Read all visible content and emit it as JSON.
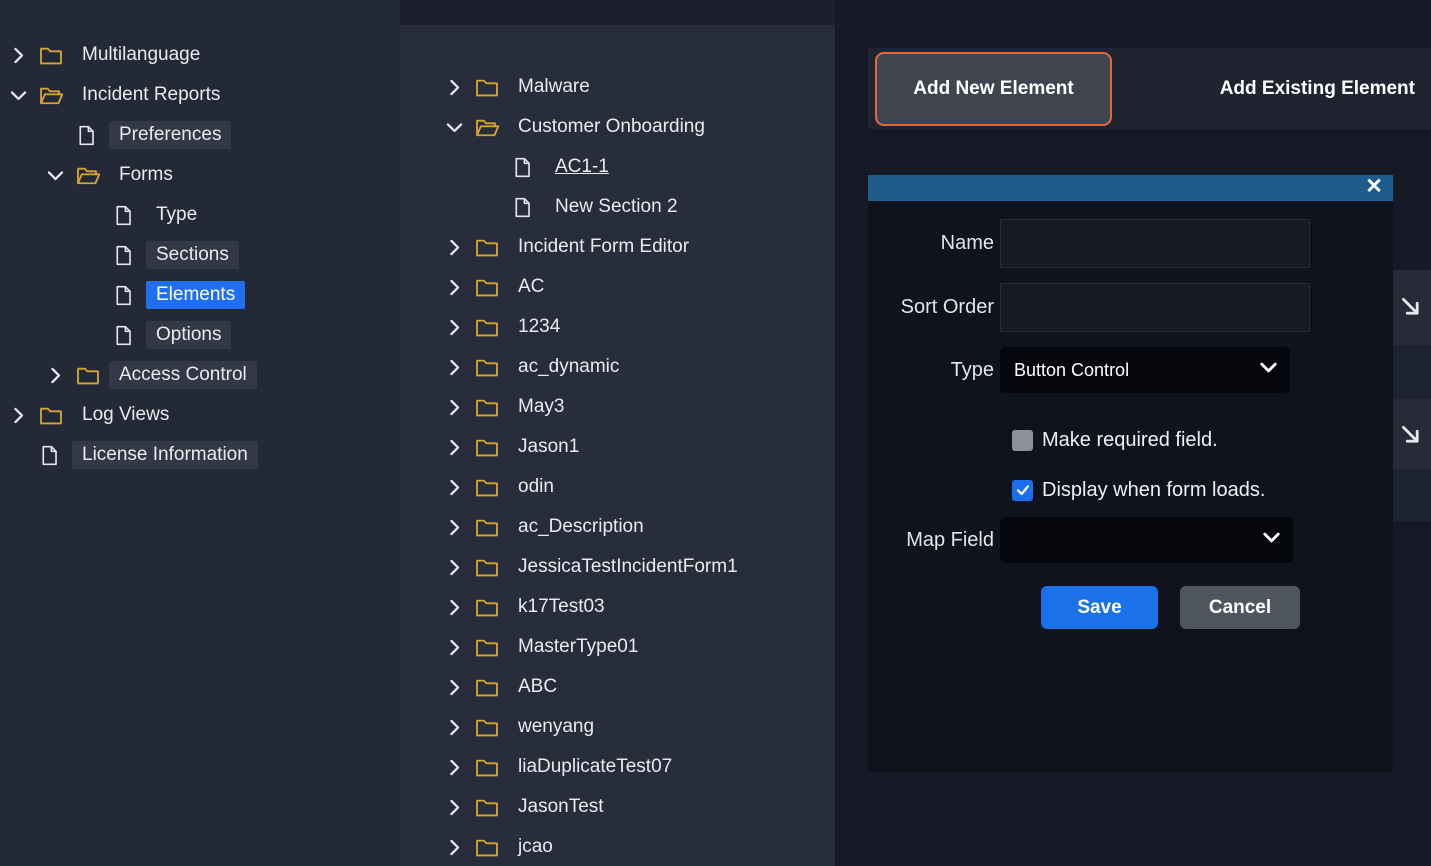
{
  "tabs": {
    "add_new": "Add New Element",
    "add_existing": "Add Existing Element"
  },
  "dialog": {
    "close_glyph": "✕",
    "name_label": "Name",
    "name_value": "",
    "sort_order_label": "Sort Order",
    "sort_order_value": "",
    "type_label": "Type",
    "type_value": "Button Control",
    "map_field_label": "Map Field",
    "map_field_value": "",
    "checkboxes": [
      {
        "label": "Make required field.",
        "checked": false
      },
      {
        "label": "Display when form loads.",
        "checked": true
      }
    ],
    "save_label": "Save",
    "cancel_label": "Cancel"
  },
  "left_tree": {
    "items": [
      {
        "label": "Multilanguage",
        "level": 0,
        "type": "folder",
        "state": "collapsed"
      },
      {
        "label": "Incident Reports",
        "level": 0,
        "type": "folder",
        "state": "expanded"
      },
      {
        "label": "Preferences",
        "level": 1,
        "type": "doc",
        "hl": true
      },
      {
        "label": "Forms",
        "level": 1,
        "type": "folder",
        "state": "expanded"
      },
      {
        "label": "Type",
        "level": 2,
        "type": "doc"
      },
      {
        "label": "Sections",
        "level": 2,
        "type": "doc",
        "hl": true
      },
      {
        "label": "Elements",
        "level": 2,
        "type": "doc",
        "selected": true
      },
      {
        "label": "Options",
        "level": 2,
        "type": "doc",
        "hl": true
      },
      {
        "label": "Access Control",
        "level": 1,
        "type": "folder",
        "state": "collapsed",
        "hl": true
      },
      {
        "label": "Log Views",
        "level": 0,
        "type": "folder",
        "state": "collapsed"
      },
      {
        "label": "License Information",
        "level": 0,
        "type": "doc",
        "hl": true
      }
    ]
  },
  "middle_tree": {
    "items": [
      {
        "label": "Malware",
        "level": 0,
        "type": "folder",
        "state": "collapsed"
      },
      {
        "label": "Customer Onboarding",
        "level": 0,
        "type": "folder",
        "state": "expanded"
      },
      {
        "label": "AC1-1",
        "level": 1,
        "type": "doc",
        "underline": true
      },
      {
        "label": "New Section 2",
        "level": 1,
        "type": "doc"
      },
      {
        "label": "Incident Form Editor",
        "level": 0,
        "type": "folder",
        "state": "collapsed"
      },
      {
        "label": "AC",
        "level": 0,
        "type": "folder",
        "state": "collapsed"
      },
      {
        "label": "1234",
        "level": 0,
        "type": "folder",
        "state": "collapsed"
      },
      {
        "label": "ac_dynamic",
        "level": 0,
        "type": "folder",
        "state": "collapsed"
      },
      {
        "label": "May3",
        "level": 0,
        "type": "folder",
        "state": "collapsed"
      },
      {
        "label": "Jason1",
        "level": 0,
        "type": "folder",
        "state": "collapsed"
      },
      {
        "label": "odin",
        "level": 0,
        "type": "folder",
        "state": "collapsed"
      },
      {
        "label": "ac_Description",
        "level": 0,
        "type": "folder",
        "state": "collapsed"
      },
      {
        "label": "JessicaTestIncidentForm1",
        "level": 0,
        "type": "folder",
        "state": "collapsed"
      },
      {
        "label": "k17Test03",
        "level": 0,
        "type": "folder",
        "state": "collapsed"
      },
      {
        "label": "MasterType01",
        "level": 0,
        "type": "folder",
        "state": "collapsed"
      },
      {
        "label": "ABC",
        "level": 0,
        "type": "folder",
        "state": "collapsed"
      },
      {
        "label": "wenyang",
        "level": 0,
        "type": "folder",
        "state": "collapsed"
      },
      {
        "label": "liaDuplicateTest07",
        "level": 0,
        "type": "folder",
        "state": "collapsed"
      },
      {
        "label": "JasonTest",
        "level": 0,
        "type": "folder",
        "state": "collapsed"
      },
      {
        "label": "jcao",
        "level": 0,
        "type": "folder",
        "state": "collapsed"
      }
    ]
  },
  "colors": {
    "accent_blue": "#1b72e8",
    "selected_item_bg": "#1f6ff0",
    "tab_active_border": "#e2693b",
    "tab_active_bg": "#3f444e",
    "modal_header_blue": "#1e5c8c",
    "folder_icon_gold": "#d9a333",
    "cancel_button_gray": "#50565f",
    "checkbox_unchecked_gray": "#8b9099"
  }
}
